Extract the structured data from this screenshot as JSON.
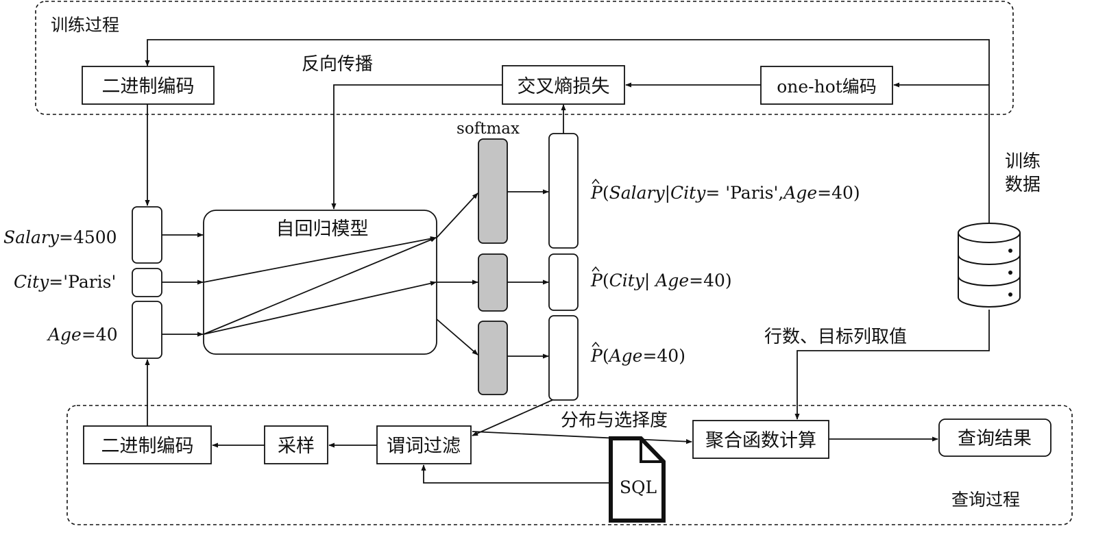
{
  "regions": {
    "training": "训练过程",
    "query": "查询过程"
  },
  "training": {
    "binary_encoding": "二进制编码",
    "backprop": "反向传播",
    "cross_entropy": "交叉熵损失",
    "one_hot": "one-hot编码",
    "training_data_line1": "训练",
    "training_data_line2": "数据"
  },
  "model": {
    "title": "自回归模型",
    "softmax": "softmax",
    "inputs": [
      {
        "name": "Salary",
        "value": "=4500"
      },
      {
        "name": "City",
        "value": "='Paris'"
      },
      {
        "name": "Age",
        "value": "=40"
      }
    ],
    "outputs": [
      {
        "p": "P",
        "open": "(",
        "var": "Salary",
        "bar": "|",
        "cond1": "City",
        "cond1_val": "= 'Paris',",
        "cond2": "Age",
        "cond2_val": "=40)"
      },
      {
        "p": "P",
        "open": "(",
        "var": "City",
        "bar": "| ",
        "cond1": "Age",
        "cond1_val": "=40)"
      },
      {
        "p": "P",
        "open": "(",
        "var": "Age",
        "val": "=40)"
      }
    ]
  },
  "query": {
    "binary_encoding": "二进制编码",
    "sampling": "采样",
    "predicate_filter": "谓词过滤",
    "distribution_selectivity": "分布与选择度",
    "aggregate": "聚合函数计算",
    "result": "查询结果",
    "sql": "SQL",
    "rows_target": "行数、目标列取值"
  },
  "colors": {
    "stroke": "#111111",
    "softmax_fill": "#c4c4c4",
    "background": "#ffffff"
  },
  "icons": [
    "database-icon",
    "sql-document-icon"
  ]
}
